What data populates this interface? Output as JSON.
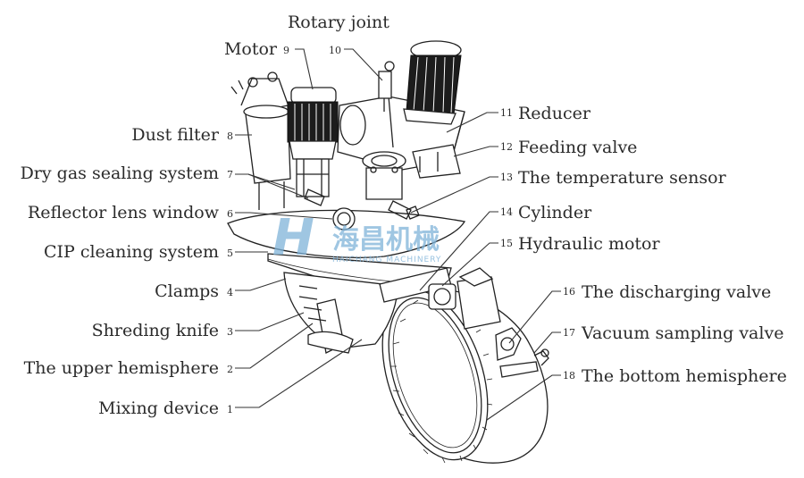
{
  "labels": {
    "l1": {
      "num": "1",
      "text": "Mixing device"
    },
    "l2": {
      "num": "2",
      "text": "The upper hemisphere"
    },
    "l3": {
      "num": "3",
      "text": "Shreding knife"
    },
    "l4": {
      "num": "4",
      "text": "Clamps"
    },
    "l5": {
      "num": "5",
      "text": "CIP cleaning system"
    },
    "l6": {
      "num": "6",
      "text": "Reflector lens window"
    },
    "l7": {
      "num": "7",
      "text": "Dry gas sealing system"
    },
    "l8": {
      "num": "8",
      "text": "Dust filter"
    },
    "l9": {
      "num": "9",
      "text": "Motor"
    },
    "l10": {
      "num": "10",
      "text": "Rotary joint"
    },
    "l11": {
      "num": "11",
      "text": "Reducer"
    },
    "l12": {
      "num": "12",
      "text": "Feeding valve"
    },
    "l13": {
      "num": "13",
      "text": "The temperature sensor"
    },
    "l14": {
      "num": "14",
      "text": "Cylinder"
    },
    "l15": {
      "num": "15",
      "text": "Hydraulic motor"
    },
    "l16": {
      "num": "16",
      "text": "The discharging valve"
    },
    "l17": {
      "num": "17",
      "text": "Vacuum sampling valve"
    },
    "l18": {
      "num": "18",
      "text": "The bottom hemisphere"
    }
  },
  "watermark": {
    "chinese": "海昌机械",
    "english": "HAICHANG MACHINERY"
  },
  "colors": {
    "line": "#222222",
    "text": "#2b2b2b",
    "watermark": "#7fb3d9"
  }
}
